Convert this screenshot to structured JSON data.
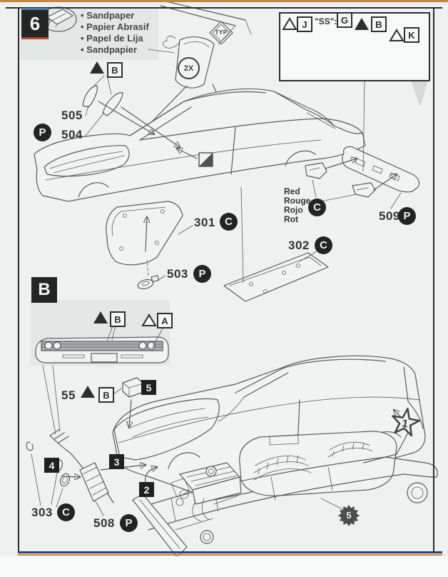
{
  "colors": {
    "page_bg": "#eef1f0",
    "panel_gray": "#e3e7e6",
    "ink": "#34383a",
    "line_art": "#575b5d",
    "badge_black": "#212423",
    "accent_blue": "#4c7cb3",
    "accent_red": "#ad4a31",
    "accent_orange": "#c5873f",
    "bottom_navy": "#2b436b"
  },
  "header": {
    "step_number": "6",
    "materials": [
      "Sandpaper",
      "Papier Abrasif",
      "Papel de Lija",
      "Sandpapier"
    ],
    "typ_label": "TYP",
    "count_label": "2X"
  },
  "ss_inset": {
    "j": "J",
    "ss_prefix": "\"SS\":",
    "g": "G",
    "b": "B",
    "k": "K"
  },
  "top_assembly": {
    "trim_mark_letter": "B",
    "trim_parts": {
      "id_a": "505",
      "id_b": "504",
      "glue": "P"
    },
    "hood": {
      "id": "301",
      "paint": "C"
    },
    "retainer": {
      "id": "503",
      "glue": "P"
    },
    "trunk_floor": {
      "id": "302",
      "paint": "C"
    },
    "rear_bumper": {
      "id": "509",
      "glue": "P"
    },
    "color_note": {
      "en": "Red",
      "fr": "Rouge",
      "es": "Rojo",
      "de": "Rot",
      "paint": "C"
    }
  },
  "section_b": {
    "letter": "B",
    "mark_b": "B",
    "mark_a": "A"
  },
  "lower_assembly": {
    "battery": {
      "id": "55",
      "mark": "B"
    },
    "step_boxes": {
      "two": "2",
      "three": "3",
      "four": "4",
      "five": "5"
    },
    "body_star": "1",
    "chassis_gear": "5",
    "washers": {
      "id": "303",
      "paint": "C"
    },
    "exhaust": {
      "id": "508",
      "glue": "P"
    }
  }
}
